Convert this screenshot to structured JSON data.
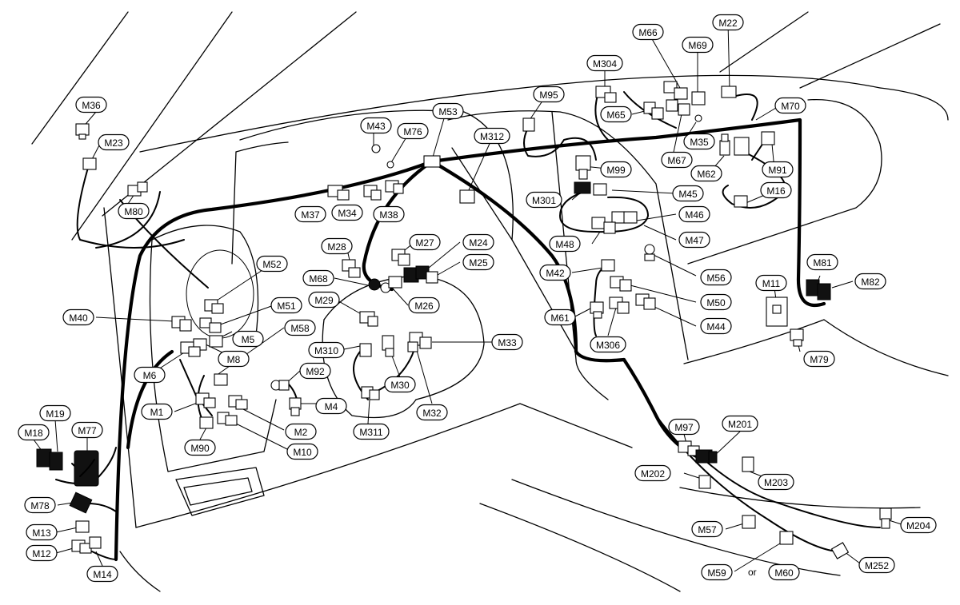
{
  "labels": [
    {
      "id": "m36",
      "text": "M36"
    },
    {
      "id": "m23",
      "text": "M23"
    },
    {
      "id": "m80",
      "text": "M80"
    },
    {
      "id": "m43",
      "text": "M43"
    },
    {
      "id": "m76",
      "text": "M76"
    },
    {
      "id": "m53",
      "text": "M53"
    },
    {
      "id": "m95",
      "text": "M95"
    },
    {
      "id": "m312",
      "text": "M312"
    },
    {
      "id": "m304",
      "text": "M304"
    },
    {
      "id": "m66",
      "text": "M66"
    },
    {
      "id": "m69",
      "text": "M69"
    },
    {
      "id": "m22",
      "text": "M22"
    },
    {
      "id": "m65",
      "text": "M65"
    },
    {
      "id": "m70",
      "text": "M70"
    },
    {
      "id": "m35",
      "text": "M35"
    },
    {
      "id": "m67",
      "text": "M67"
    },
    {
      "id": "m62",
      "text": "M62"
    },
    {
      "id": "m91",
      "text": "M91"
    },
    {
      "id": "m16",
      "text": "M16"
    },
    {
      "id": "m99",
      "text": "M99"
    },
    {
      "id": "m45",
      "text": "M45"
    },
    {
      "id": "m301",
      "text": "M301"
    },
    {
      "id": "m46",
      "text": "M46"
    },
    {
      "id": "m48",
      "text": "M48"
    },
    {
      "id": "m47",
      "text": "M47"
    },
    {
      "id": "m37",
      "text": "M37"
    },
    {
      "id": "m34",
      "text": "M34"
    },
    {
      "id": "m38",
      "text": "M38"
    },
    {
      "id": "m28",
      "text": "M28"
    },
    {
      "id": "m27",
      "text": "M27"
    },
    {
      "id": "m24",
      "text": "M24"
    },
    {
      "id": "m25",
      "text": "M25"
    },
    {
      "id": "m52",
      "text": "M52"
    },
    {
      "id": "m68",
      "text": "M68"
    },
    {
      "id": "m26",
      "text": "M26"
    },
    {
      "id": "m29",
      "text": "M29"
    },
    {
      "id": "m42",
      "text": "M42"
    },
    {
      "id": "m56",
      "text": "M56"
    },
    {
      "id": "m50",
      "text": "M50"
    },
    {
      "id": "m44",
      "text": "M44"
    },
    {
      "id": "m61",
      "text": "M61"
    },
    {
      "id": "m306",
      "text": "M306"
    },
    {
      "id": "m11",
      "text": "M11"
    },
    {
      "id": "m81",
      "text": "M81"
    },
    {
      "id": "m82",
      "text": "M82"
    },
    {
      "id": "m79",
      "text": "M79"
    },
    {
      "id": "m40",
      "text": "M40"
    },
    {
      "id": "m51",
      "text": "M51"
    },
    {
      "id": "m5",
      "text": "M5"
    },
    {
      "id": "m58",
      "text": "M58"
    },
    {
      "id": "m8",
      "text": "M8"
    },
    {
      "id": "m6",
      "text": "M6"
    },
    {
      "id": "m310",
      "text": "M310"
    },
    {
      "id": "m33",
      "text": "M33"
    },
    {
      "id": "m30",
      "text": "M30"
    },
    {
      "id": "m92",
      "text": "M92"
    },
    {
      "id": "m4",
      "text": "M4"
    },
    {
      "id": "m1",
      "text": "M1"
    },
    {
      "id": "m32",
      "text": "M32"
    },
    {
      "id": "m2",
      "text": "M2"
    },
    {
      "id": "m90",
      "text": "M90"
    },
    {
      "id": "m10",
      "text": "M10"
    },
    {
      "id": "m311",
      "text": "M311"
    },
    {
      "id": "m19",
      "text": "M19"
    },
    {
      "id": "m18",
      "text": "M18"
    },
    {
      "id": "m77",
      "text": "M77"
    },
    {
      "id": "m78",
      "text": "M78"
    },
    {
      "id": "m13",
      "text": "M13"
    },
    {
      "id": "m12",
      "text": "M12"
    },
    {
      "id": "m14",
      "text": "M14"
    },
    {
      "id": "m97",
      "text": "M97"
    },
    {
      "id": "m201",
      "text": "M201"
    },
    {
      "id": "m202",
      "text": "M202"
    },
    {
      "id": "m203",
      "text": "M203"
    },
    {
      "id": "m57",
      "text": "M57"
    },
    {
      "id": "m204",
      "text": "M204"
    },
    {
      "id": "m59",
      "text": "M59"
    },
    {
      "id": "m60",
      "text": "M60"
    },
    {
      "id": "m252",
      "text": "M252"
    }
  ],
  "or_text": "or"
}
